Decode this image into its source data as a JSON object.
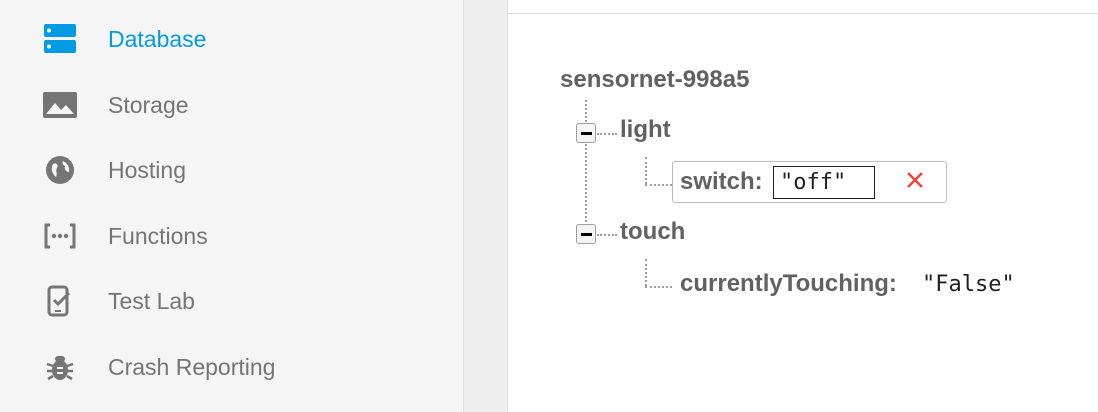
{
  "sidebar": {
    "items": [
      {
        "label": "Database",
        "icon": "database-icon",
        "active": true
      },
      {
        "label": "Storage",
        "icon": "image-icon",
        "active": false
      },
      {
        "label": "Hosting",
        "icon": "globe-icon",
        "active": false
      },
      {
        "label": "Functions",
        "icon": "functions-icon",
        "active": false
      },
      {
        "label": "Test Lab",
        "icon": "test-lab-icon",
        "active": false
      },
      {
        "label": "Crash Reporting",
        "icon": "bug-icon",
        "active": false
      }
    ],
    "active_color": "#039be5",
    "inactive_color": "#757575"
  },
  "tree": {
    "root": "sensornet-998a5",
    "light": {
      "key": "light",
      "child_key": "switch:",
      "editing_value": "\"off\""
    },
    "touch": {
      "key": "touch",
      "child_key": "currentlyTouching:",
      "value": "\"False\""
    }
  },
  "icons": {
    "toggle": "minus-icon",
    "remove": "close-icon",
    "remove_color": "#f44336"
  }
}
